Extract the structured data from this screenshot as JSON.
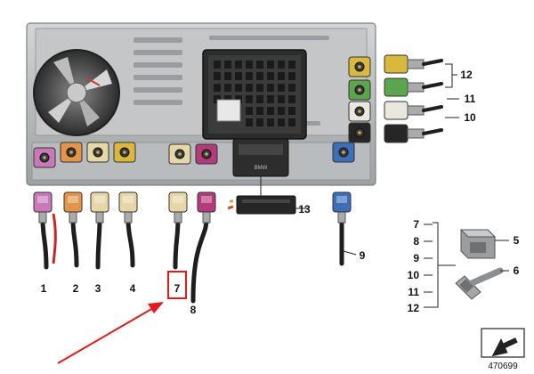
{
  "colors": {
    "red_arrow": "#e31b1b",
    "violet": "#c979b7",
    "orange": "#e3954b",
    "cream": "#e6d7a6",
    "yellow": "#d9b83b",
    "green": "#5ba54c",
    "white": "#e9e8df",
    "black": "#262626",
    "blue": "#3d6fb8",
    "magenta": "#b43b7a",
    "unit_grey": "#b6b8b9"
  },
  "unit": {
    "connector_label": "BMW"
  },
  "callouts": {
    "c1": "1",
    "c2": "2",
    "c3": "3",
    "c4": "4",
    "c7": "7",
    "c8": "8",
    "c9": "9",
    "c10": "10",
    "c11": "11",
    "c12": "12",
    "c13": "13"
  },
  "legend": {
    "left": [
      "7",
      "8",
      "9",
      "10",
      "11",
      "12"
    ],
    "right_top": "5",
    "right_bottom": "6"
  },
  "diagram_ref": "470699"
}
